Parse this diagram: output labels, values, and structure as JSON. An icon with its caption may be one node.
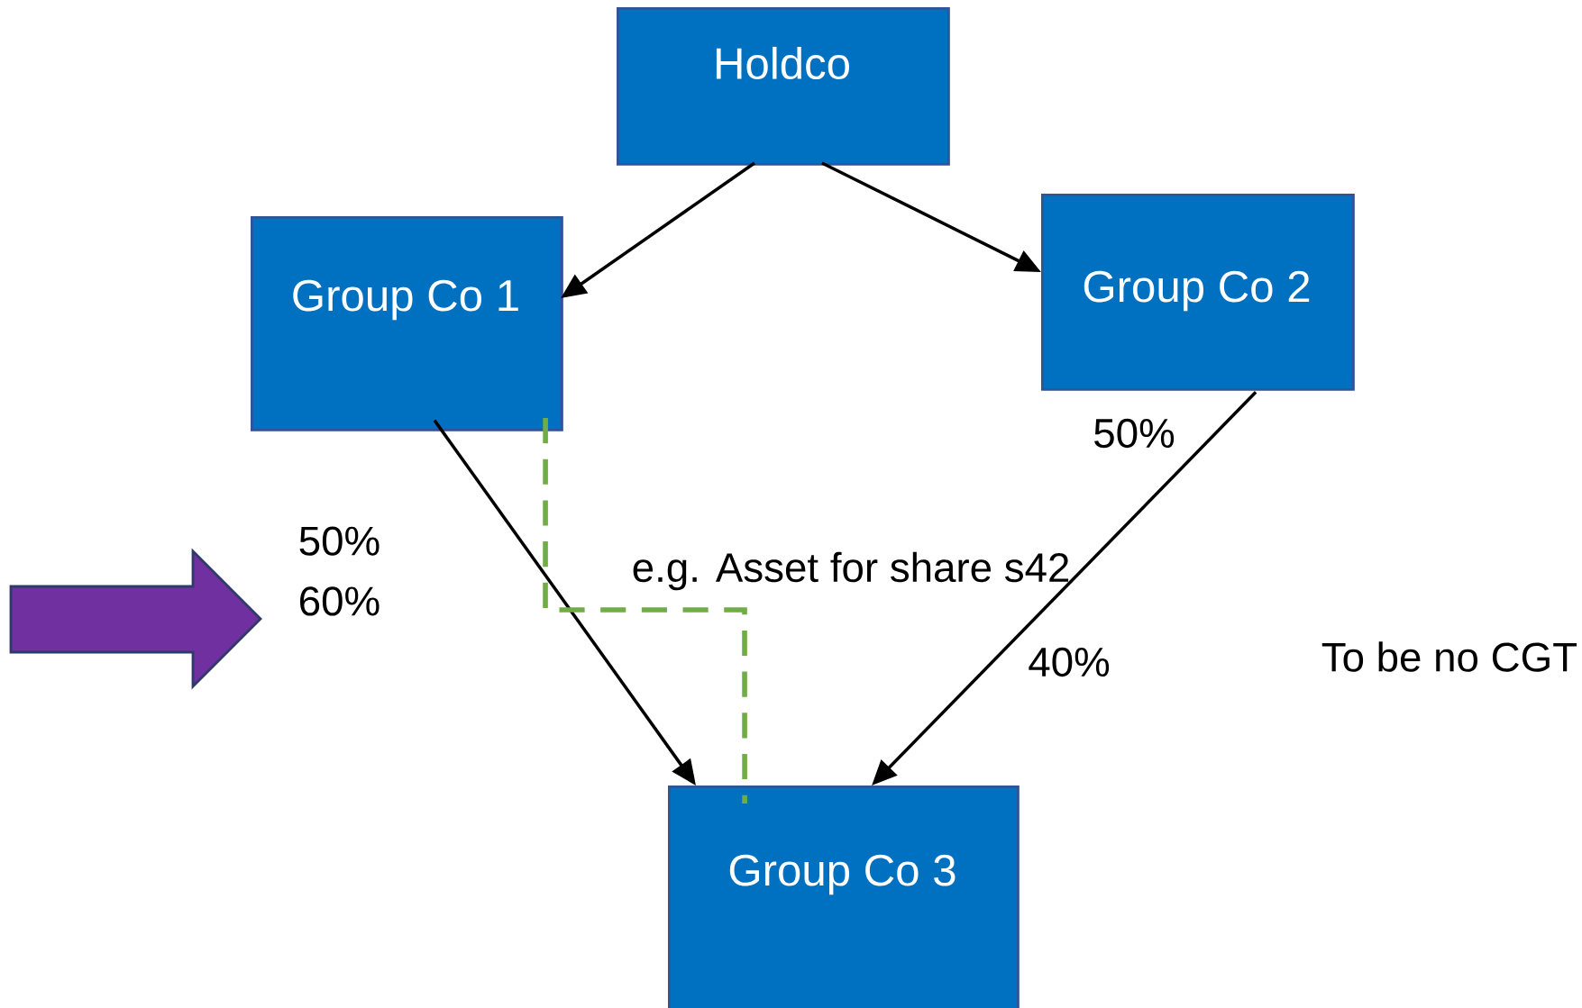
{
  "diagram": {
    "nodes": [
      {
        "text": [
          "Holdco"
        ]
      },
      {
        "text": [
          "Group Co 1"
        ]
      },
      {
        "text": [
          "Group Co 2"
        ]
      },
      {
        "text": [
          "Group Co 3"
        ]
      }
    ],
    "edges": [
      {
        "from": 0,
        "to": 1,
        "arrow": "to"
      },
      {
        "from": 0,
        "to": 2,
        "arrow": "to"
      },
      {
        "from": 1,
        "to": 3,
        "arrow": "to"
      },
      {
        "from": 2,
        "to": 3,
        "arrow": "to"
      },
      {
        "from": 1,
        "to": 3,
        "arrow": "none",
        "style": "dashed",
        "color": "#70ad47"
      }
    ],
    "labels": [
      "50%",
      "50% 60%",
      "e.g. Asset for share s42",
      "40%",
      "To be no CGT"
    ]
  }
}
